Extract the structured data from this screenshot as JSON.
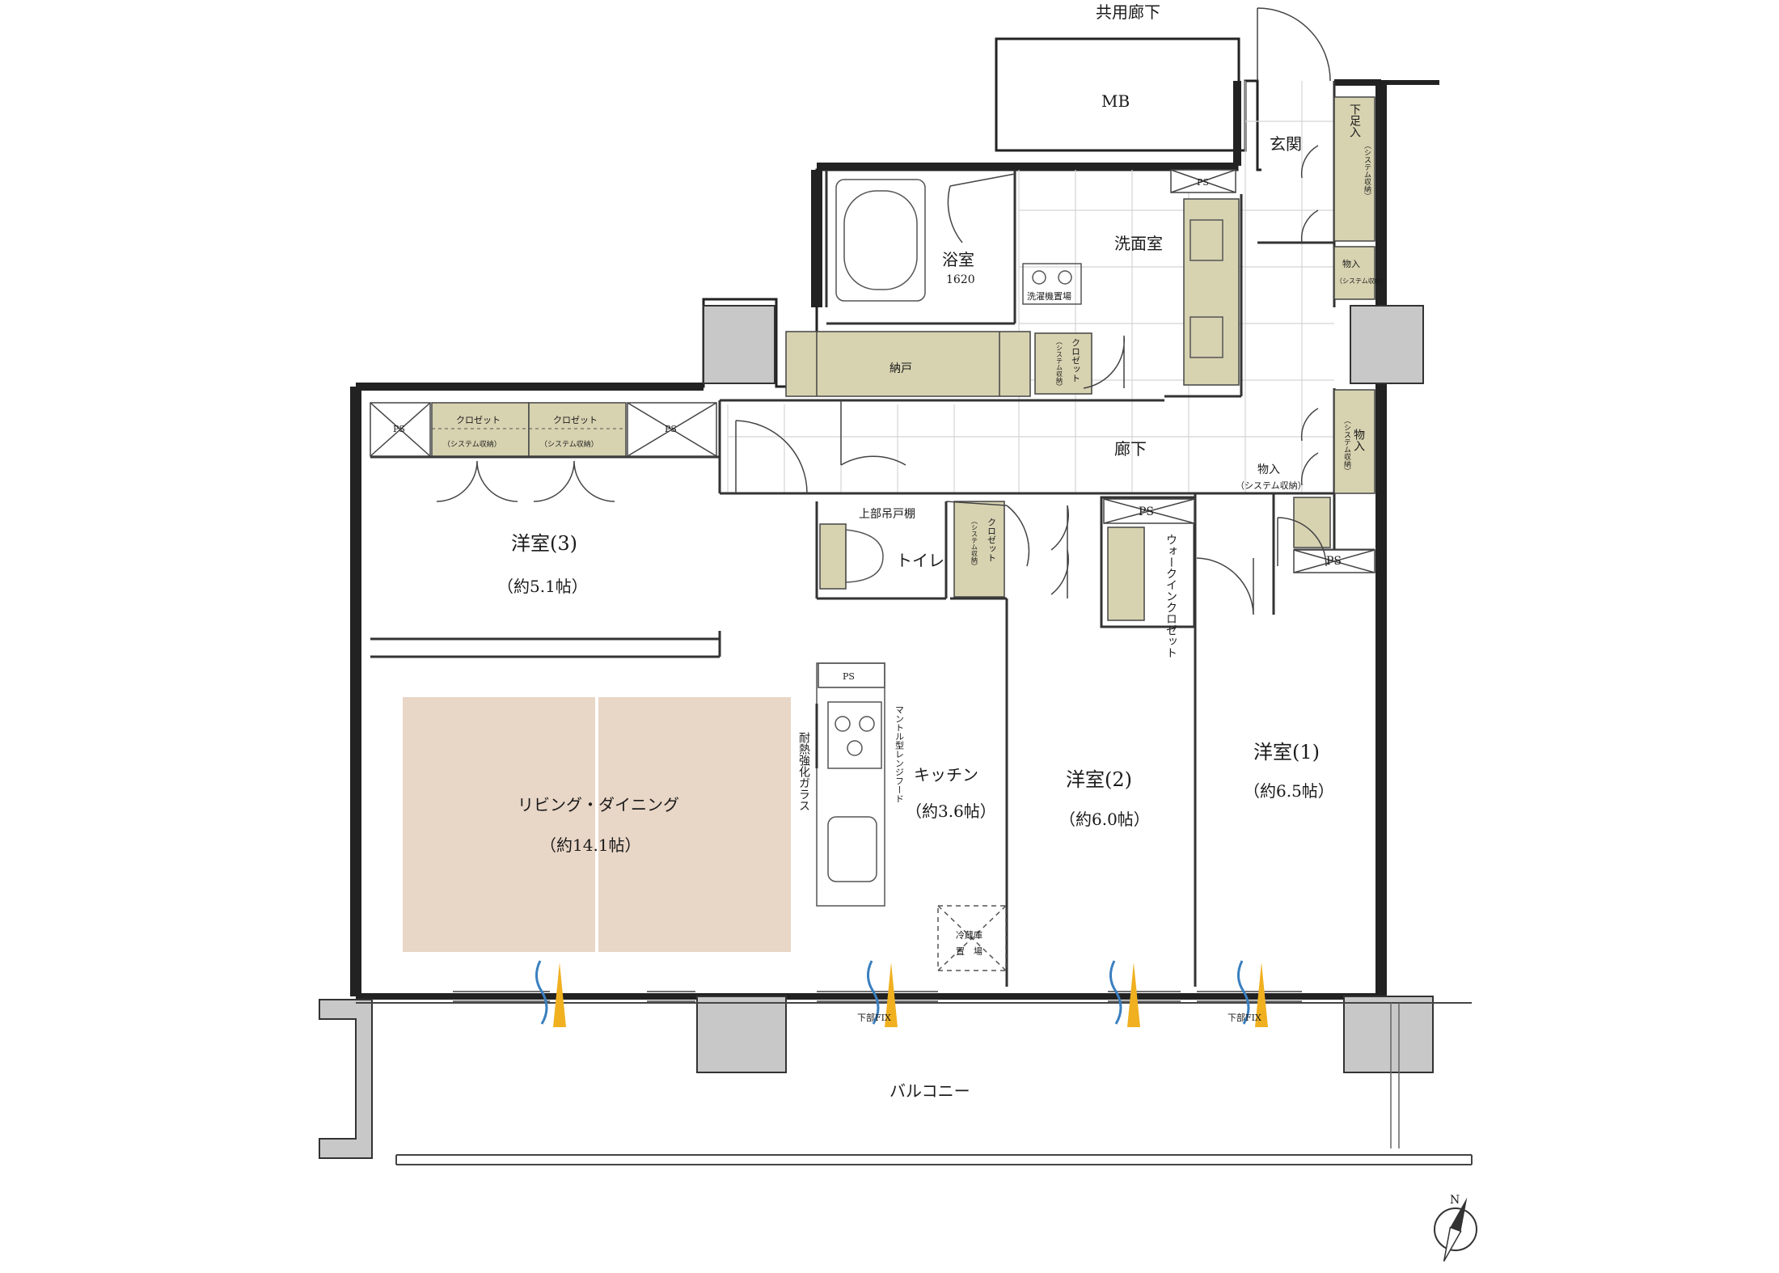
{
  "labels": {
    "common_corridor": "共用廊下",
    "mb": "MB",
    "entrance": "玄関",
    "shoe_storage": "下足入",
    "system_storage_paren": "（システム収納）",
    "storage": "物入",
    "system_storage": "（システム収納）",
    "bath": "浴室",
    "bath_size": "1620",
    "washroom": "洗面室",
    "washer_space": "洗濯機置場",
    "pantry": "納戸",
    "closet": "クロゼット",
    "closet_system": "（システム収納）",
    "ps": "PS",
    "corridor": "廊下",
    "storage_system": "物入",
    "storage_system_sub": "（システム収納）",
    "upper_cabinet": "上部吊戸棚",
    "toilet": "トイレ",
    "walk_in_closet": "ウォークインクロゼット",
    "room3": "洋室(3)",
    "room3_size": "（約5.1帖）",
    "living_dining": "リビング・ダイニング",
    "living_dining_size": "（約14.1帖）",
    "kitchen": "キッチン",
    "kitchen_size": "（約3.6帖）",
    "range_hood": "マントル型レンジフード",
    "heat_glass": "耐熱強化ガラス",
    "fridge": "冷蔵庫",
    "fridge_place": "置　場",
    "room2": "洋室(2)",
    "room2_size": "（約6.0帖）",
    "room1": "洋室(1)",
    "room1_size": "（約6.5帖）",
    "lower_fix": "下部FIX",
    "balcony": "バルコニー",
    "north": "N"
  },
  "colors": {
    "storage": "#d7d2b0",
    "rug": "#e8d6c6",
    "column": "#c8c8c8",
    "air_blue": "#3a7fc0",
    "air_yellow": "#f0b020"
  },
  "icons": [
    "compass-icon",
    "airflow-icon",
    "stove-icon",
    "bathtub-icon",
    "sink-icon",
    "toilet-icon",
    "door-swing-icon"
  ]
}
